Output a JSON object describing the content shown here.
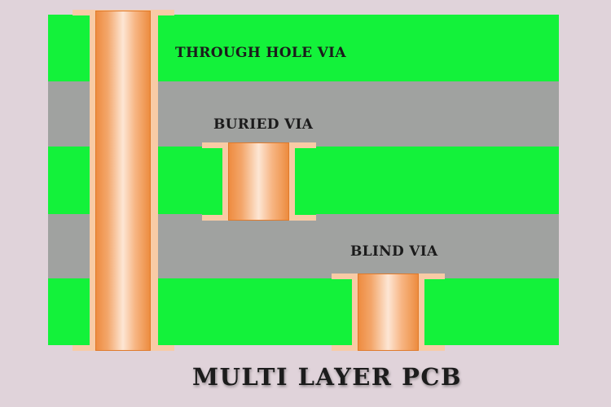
{
  "diagram": {
    "title": "MULTI LAYER PCB",
    "colors": {
      "background": "#e0d3da",
      "copper_layer": "#13f23a",
      "dielectric_layer": "#a0a2a0",
      "pad": "#f8cba5",
      "via_barrel": "#ee8a3e"
    },
    "layers": [
      {
        "type": "copper",
        "color": "#13f23a"
      },
      {
        "type": "dielectric",
        "color": "#a0a2a0"
      },
      {
        "type": "copper",
        "color": "#13f23a"
      },
      {
        "type": "dielectric",
        "color": "#a0a2a0"
      },
      {
        "type": "copper",
        "color": "#13f23a"
      }
    ],
    "vias": [
      {
        "label": "THROUGH HOLE VIA"
      },
      {
        "label": "BURIED VIA"
      },
      {
        "label": "BLIND VIA"
      }
    ]
  }
}
